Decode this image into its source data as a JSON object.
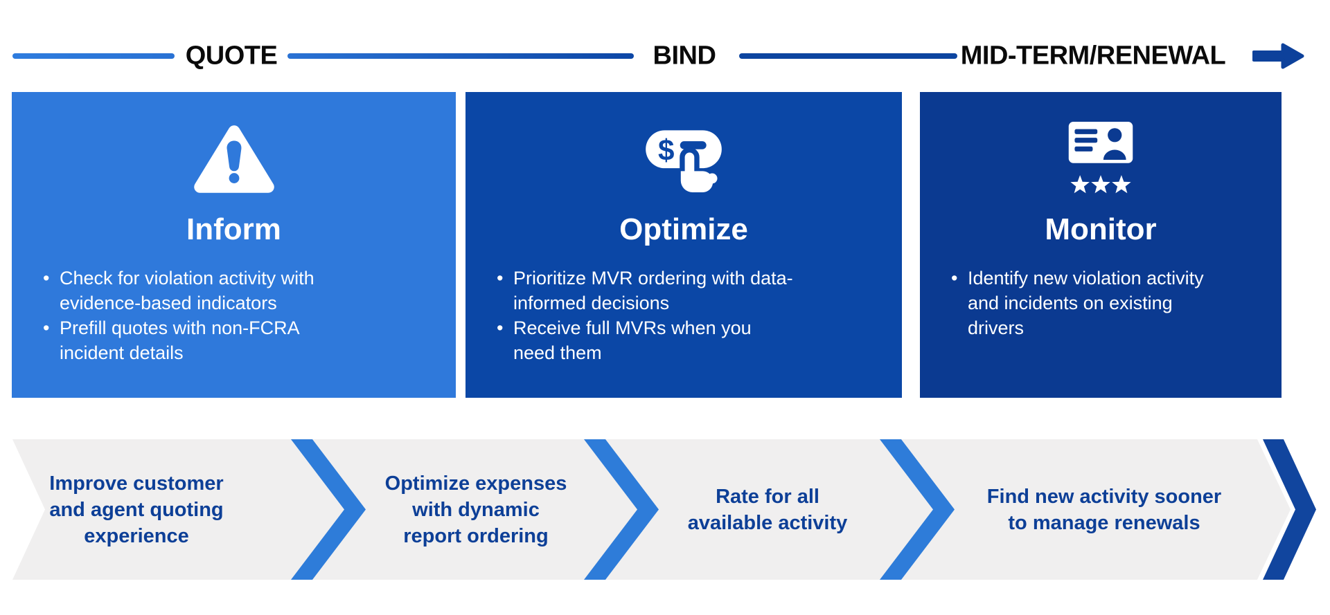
{
  "timeline": {
    "stages": [
      "QUOTE",
      "BIND",
      "MID-TERM/RENEWAL"
    ],
    "label_color": "#0A0A0A",
    "line_color_start": "#2E7CDE",
    "line_color_end": "#0D45A0",
    "arrow_color": "#0D419B"
  },
  "cards": [
    {
      "title": "Inform",
      "icon": "warning-triangle-icon",
      "bg": "#2F79DB",
      "bullets": [
        "Check for violation activity with\nevidence-based indicators",
        "Prefill quotes with non-FCRA\nincident details"
      ]
    },
    {
      "title": "Optimize",
      "icon": "tap-pay-icon",
      "bg": "#0B47A6",
      "bullets": [
        "Prioritize MVR ordering with data-\ninformed decisions",
        "Receive full MVRs when you\nneed them"
      ]
    },
    {
      "title": "Monitor",
      "icon": "id-card-stars-icon",
      "bg": "#0B3A91",
      "bullets": [
        "Identify new violation activity\nand incidents on existing\ndrivers"
      ]
    }
  ],
  "flow_band": {
    "bg": "#F0EFEF",
    "chevron_color": "#2E7CD9",
    "end_chevron_color": "#11459E",
    "text_color": "#0D3F97",
    "items": [
      "Improve customer\nand agent quoting\nexperience",
      "Optimize expenses\nwith dynamic\nreport ordering",
      "Rate for all\navailable activity",
      "Find new activity sooner\nto manage renewals"
    ]
  }
}
